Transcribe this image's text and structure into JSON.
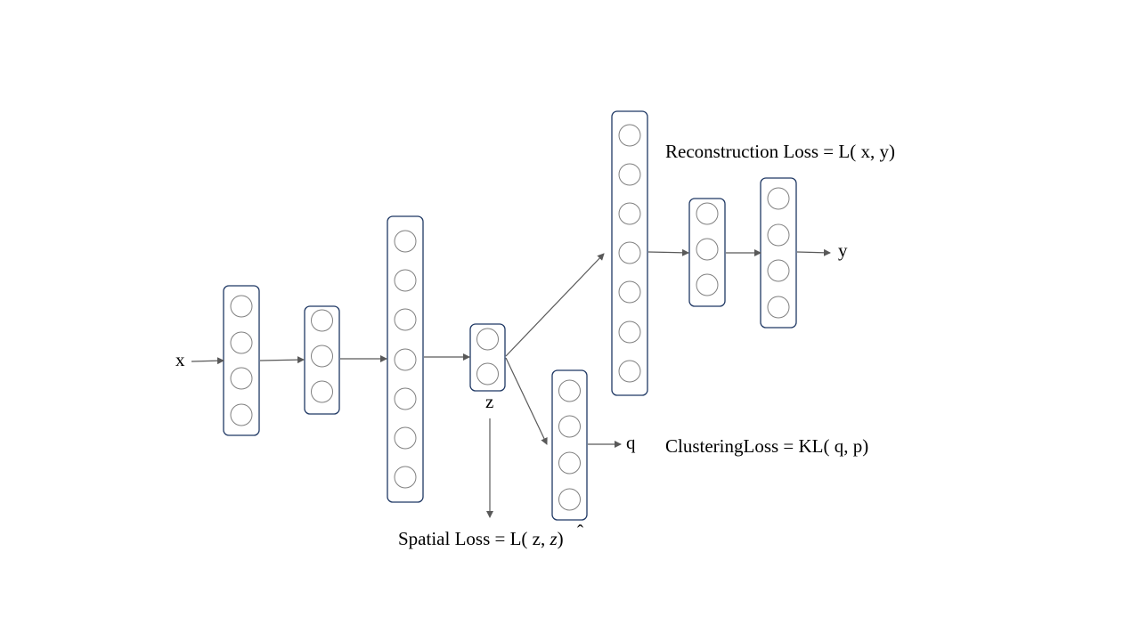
{
  "labels": {
    "input": "x",
    "latent": "z",
    "output": "y",
    "cluster": "q"
  },
  "losses": {
    "reconstruction": {
      "text": "Reconstruction Loss = L( x, y)"
    },
    "clustering": {
      "text": "ClusteringLoss = KL( q, p)"
    },
    "spatial": {
      "prefix": "Spatial Loss = L( z, ",
      "zhat": "z",
      "hat": "ˆ",
      "suffix": ")"
    }
  },
  "colors": {
    "layer_border": "#1f3864",
    "neuron_border": "#808080",
    "arrow": "#595959",
    "text": "#000000"
  },
  "layers": [
    {
      "name": "encoder-layer-1",
      "neurons": 4
    },
    {
      "name": "encoder-layer-2",
      "neurons": 3
    },
    {
      "name": "encoder-layer-3",
      "neurons": 7
    },
    {
      "name": "latent-layer-z",
      "neurons": 2
    },
    {
      "name": "decoder-layer-1",
      "neurons": 7
    },
    {
      "name": "decoder-layer-2",
      "neurons": 3
    },
    {
      "name": "decoder-layer-3",
      "neurons": 4
    },
    {
      "name": "clustering-layer-q",
      "neurons": 4
    }
  ]
}
